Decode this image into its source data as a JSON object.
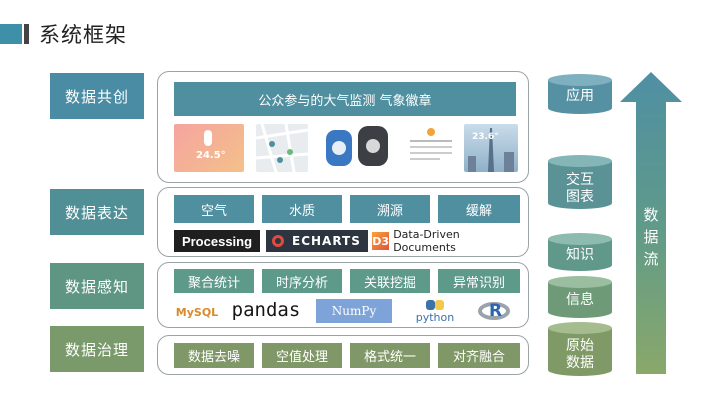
{
  "title": "系统框架",
  "layers": {
    "share": "数据共创",
    "express": "数据表达",
    "sense": "数据感知",
    "govern": "数据治理"
  },
  "share_panel": {
    "banner": "公众参与的大气监测  气象徽章",
    "thumb1_temp": "24.5°",
    "thumb6_temp": "23.6°"
  },
  "express_panel": {
    "buttons": [
      "空气",
      "水质",
      "溯源",
      "缓解"
    ],
    "logos": [
      "Processing",
      "ECHARTS",
      "Data-Driven Documents"
    ]
  },
  "sense_panel": {
    "buttons": [
      "聚合统计",
      "时序分析",
      "关联挖掘",
      "异常识别"
    ],
    "logos": [
      "MySQL",
      "pandas",
      "NumPy",
      "python",
      "R"
    ]
  },
  "govern_panel": {
    "buttons": [
      "数据去噪",
      "空值处理",
      "格式统一",
      "对齐融合"
    ]
  },
  "pyramid": {
    "levels": [
      "应用",
      "交互图表",
      "知识",
      "信息",
      "原始数据"
    ]
  },
  "flow": {
    "label": "数据流"
  },
  "colors": {
    "teal": "#4f8fa0",
    "green": "#5e9a89",
    "olive": "#809867",
    "label_share": "#4a8ca3",
    "label_express": "#4f8f95",
    "label_sense": "#5f9683",
    "label_govern": "#7a9a6c"
  }
}
